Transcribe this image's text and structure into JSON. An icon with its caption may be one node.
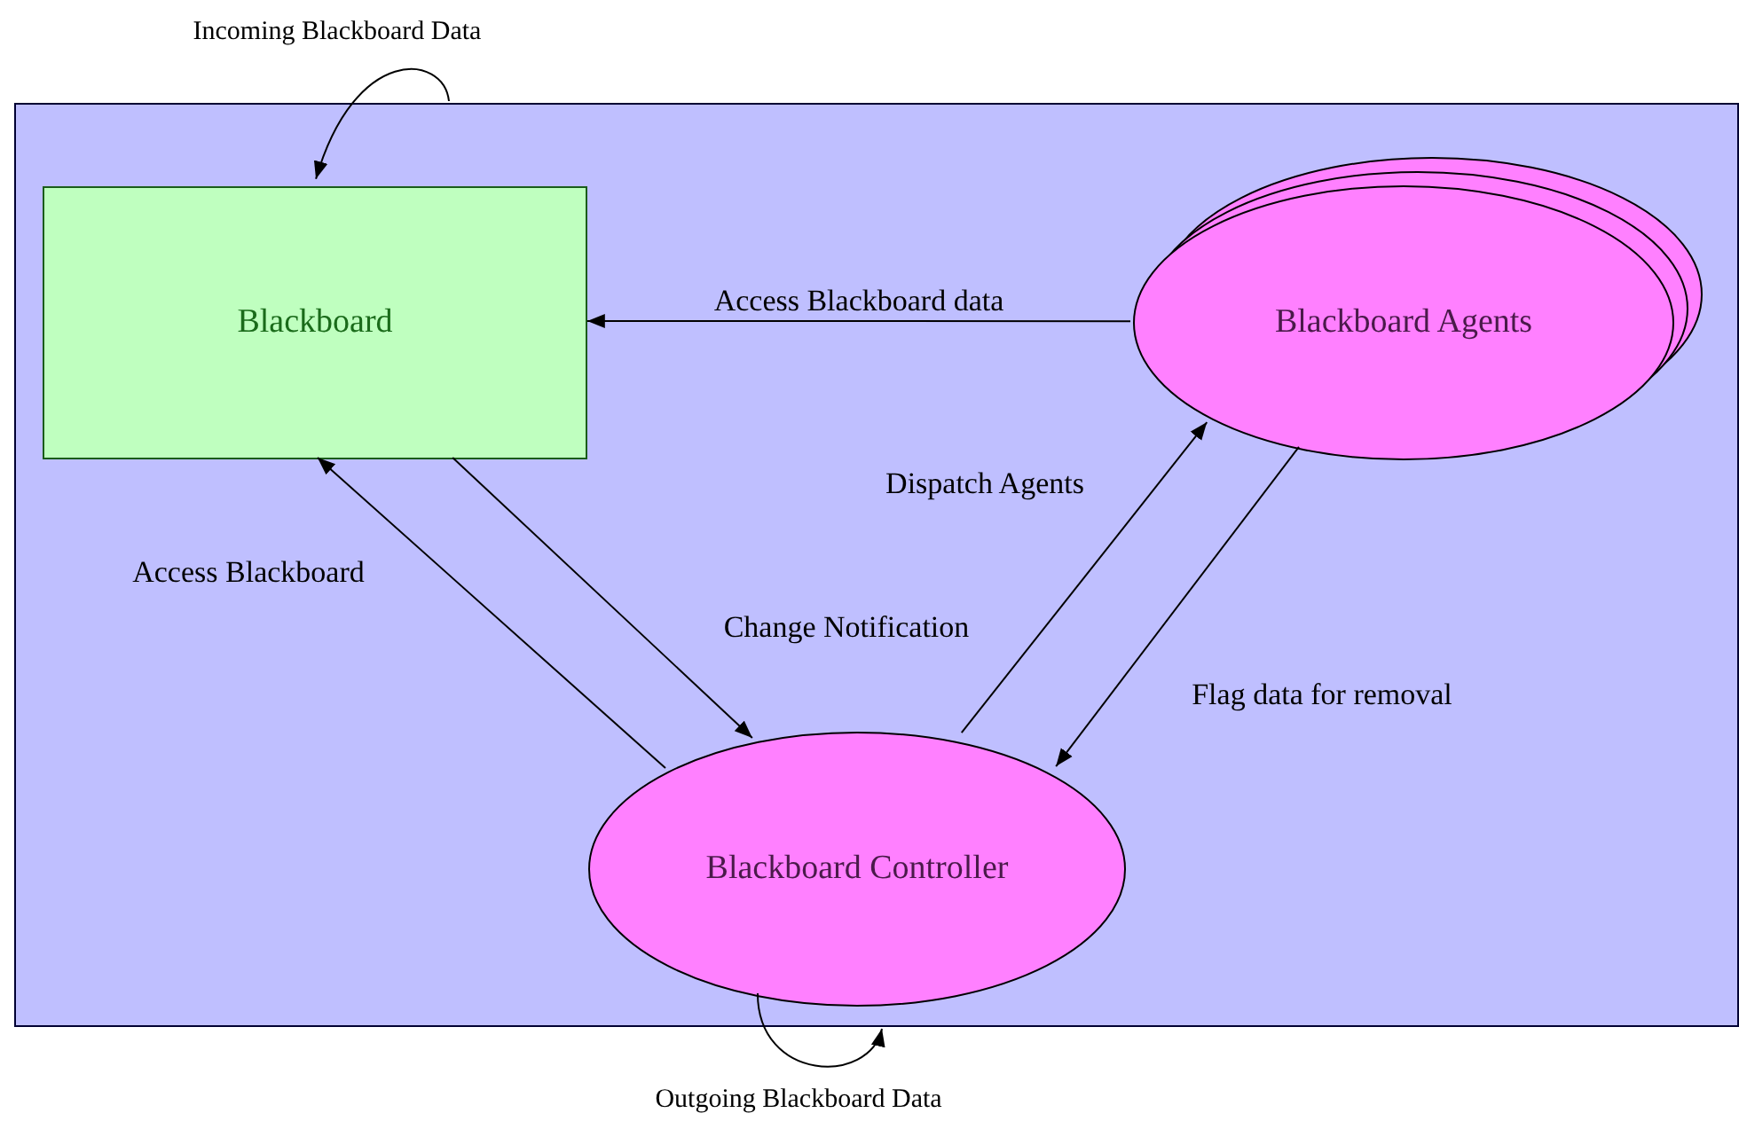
{
  "diagram": {
    "nodes": [
      {
        "text": [],
        "shape": "box"
      },
      {
        "text": [
          "Blackboard"
        ],
        "in": 0
      },
      {
        "text": [
          "Blackboard Agents"
        ],
        "in": 0
      },
      {
        "text": [
          "Blackboard Controller"
        ],
        "in": 0
      }
    ],
    "edges": [
      {
        "from": null,
        "to": 1,
        "arrow": "to",
        "label": "Incoming Blackboard Data"
      },
      {
        "from": 2,
        "to": 1,
        "arrow": "to",
        "label": "Access Blackboard data"
      },
      {
        "from": 3,
        "to": 1,
        "arrow": "to",
        "label": "Access Blackboard"
      },
      {
        "from": 1,
        "to": 3,
        "arrow": "to",
        "label": "Change Notification"
      },
      {
        "from": 3,
        "to": 2,
        "arrow": "to",
        "label": "Dispatch Agents"
      },
      {
        "from": 2,
        "to": 3,
        "arrow": "to",
        "label": "Flag data for removal"
      },
      {
        "from": 3,
        "to": null,
        "arrow": "to",
        "label": "Outgoing Blackboard Data"
      }
    ]
  }
}
